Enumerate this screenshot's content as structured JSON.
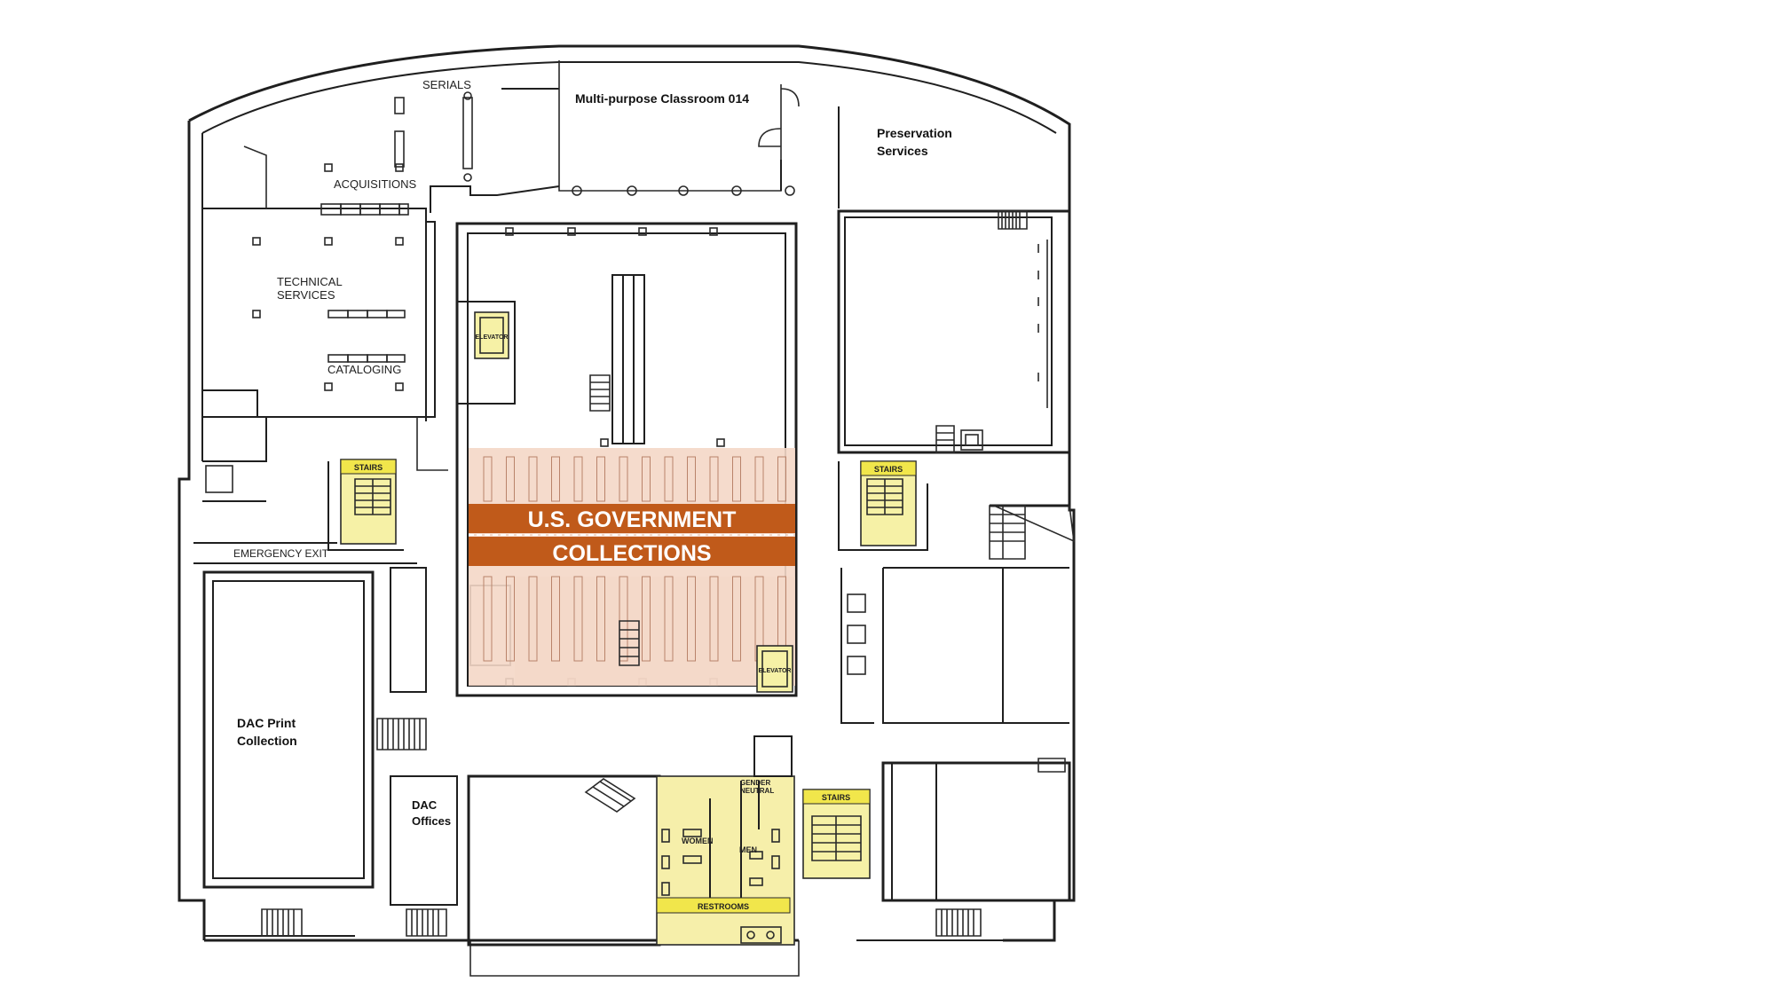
{
  "rooms": {
    "serials": "SERIALS",
    "classroom": "Multi-purpose Classroom 014",
    "preservation_1": "Preservation",
    "preservation_2": "Services",
    "acquisitions": "ACQUISITIONS",
    "technical_1": "TECHNICAL",
    "technical_2": "SERVICES",
    "cataloging": "CATALOGING",
    "emergency_exit": "EMERGENCY EXIT",
    "dac_print_1": "DAC Print",
    "dac_print_2": "Collection",
    "dac_offices_1": "DAC",
    "dac_offices_2": "Offices",
    "women": "WOMEN",
    "men": "MEN",
    "gender_neutral_1": "GENDER",
    "gender_neutral_2": "NEUTRAL"
  },
  "highlight": {
    "line1": "U.S. GOVERNMENT",
    "line2": "COLLECTIONS"
  },
  "amenities": {
    "elevator_upper": "ELEVATOR",
    "elevator_lower": "ELEVATOR",
    "stairs_left": "STAIRS",
    "stairs_right": "STAIRS",
    "stairs_bottom": "STAIRS",
    "restrooms": "RESTROOMS"
  },
  "colors": {
    "highlight_band": "#c05a1a",
    "highlight_area": "#f4d7c6",
    "amenity_fill": "#f6f1a6",
    "amenity_tag": "#f1e64b",
    "restroom_fill": "#f6efaa"
  }
}
